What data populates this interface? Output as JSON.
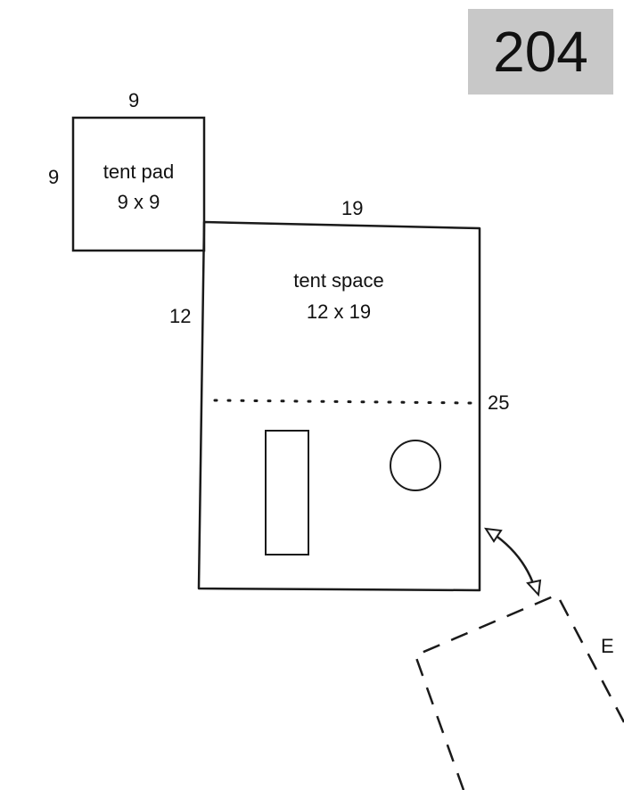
{
  "site_number": "204",
  "tent_pad": {
    "width_label": "9",
    "height_label": "9",
    "title": "tent pad",
    "size": "9 x 9"
  },
  "tent_space": {
    "width_label": "19",
    "height_label": "12",
    "title": "tent space",
    "size": "12 x 19"
  },
  "site_depth_label": "25",
  "entrance_label": "E",
  "colors": {
    "badge_background": "#c8c8c8",
    "ink": "#1a1a1a"
  }
}
